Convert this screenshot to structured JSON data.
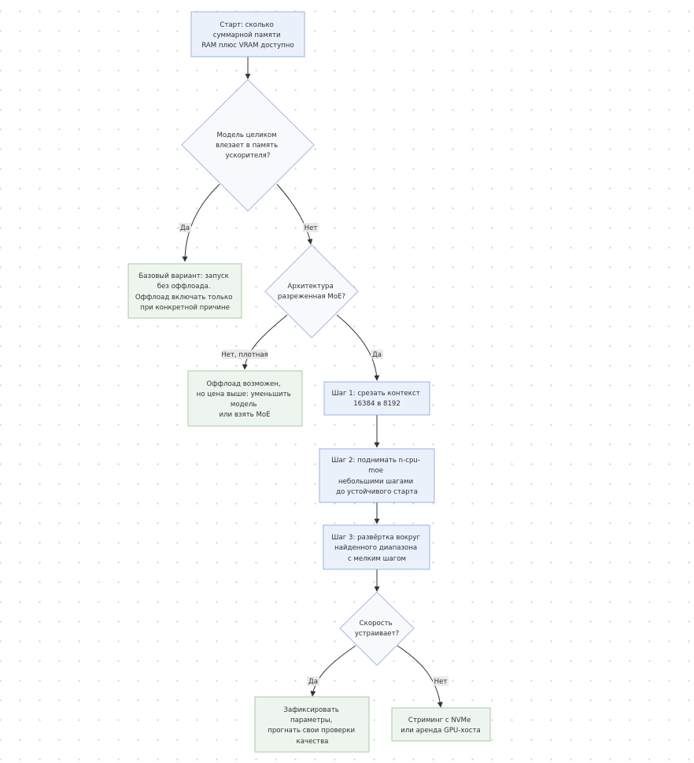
{
  "colors": {
    "process_fill": "#eaf1fb",
    "process_stroke": "#9db2e0",
    "decision_fill": "#f7f9fd",
    "decision_stroke": "#a9b8e2",
    "terminal_fill": "#eef5ee",
    "terminal_stroke": "#aac7aa",
    "edge": "#333333",
    "label_bg": "#e8e8e8"
  },
  "nodes": {
    "start": {
      "lines": [
        "Старт: сколько",
        "суммарной памяти",
        "RAM плюс VRAM доступно"
      ]
    },
    "fits": {
      "lines": [
        "Модель целиком",
        "влезает в память",
        "ускорителя?"
      ]
    },
    "baseline": {
      "lines": [
        "Базовый вариант: запуск",
        "без оффлоада.",
        "Оффлоад включать только",
        "при конкретной причине"
      ]
    },
    "moe": {
      "lines": [
        "Архитектура",
        "разреженная MoE?"
      ]
    },
    "dense": {
      "lines": [
        "Оффлоад возможен,",
        "но цена выше: уменьшить",
        "модель",
        "или взять MoE"
      ]
    },
    "step1": {
      "lines": [
        "Шаг 1: срезать контекст",
        "16384 в 8192"
      ]
    },
    "step2": {
      "lines": [
        "Шаг 2: поднимать n-cpu-",
        "moe",
        "небольшими шагами",
        "до устойчивого старта"
      ]
    },
    "step3": {
      "lines": [
        "Шаг 3: развёртка вокруг",
        "найденного диапазона",
        "с мелким шагом"
      ]
    },
    "speed": {
      "lines": [
        "Скорость",
        "устраивает?"
      ]
    },
    "fix": {
      "lines": [
        "Зафиксировать",
        "параметры,",
        "прогнать свои проверки",
        "качества"
      ]
    },
    "stream": {
      "lines": [
        "Стриминг с NVMe",
        "или аренда GPU-хоста"
      ]
    }
  },
  "edge_labels": {
    "fits_yes": "Да",
    "fits_no": "Нет",
    "moe_no": "Нет, плотная",
    "moe_yes": "Да",
    "speed_yes": "Да",
    "speed_no": "Нет"
  }
}
